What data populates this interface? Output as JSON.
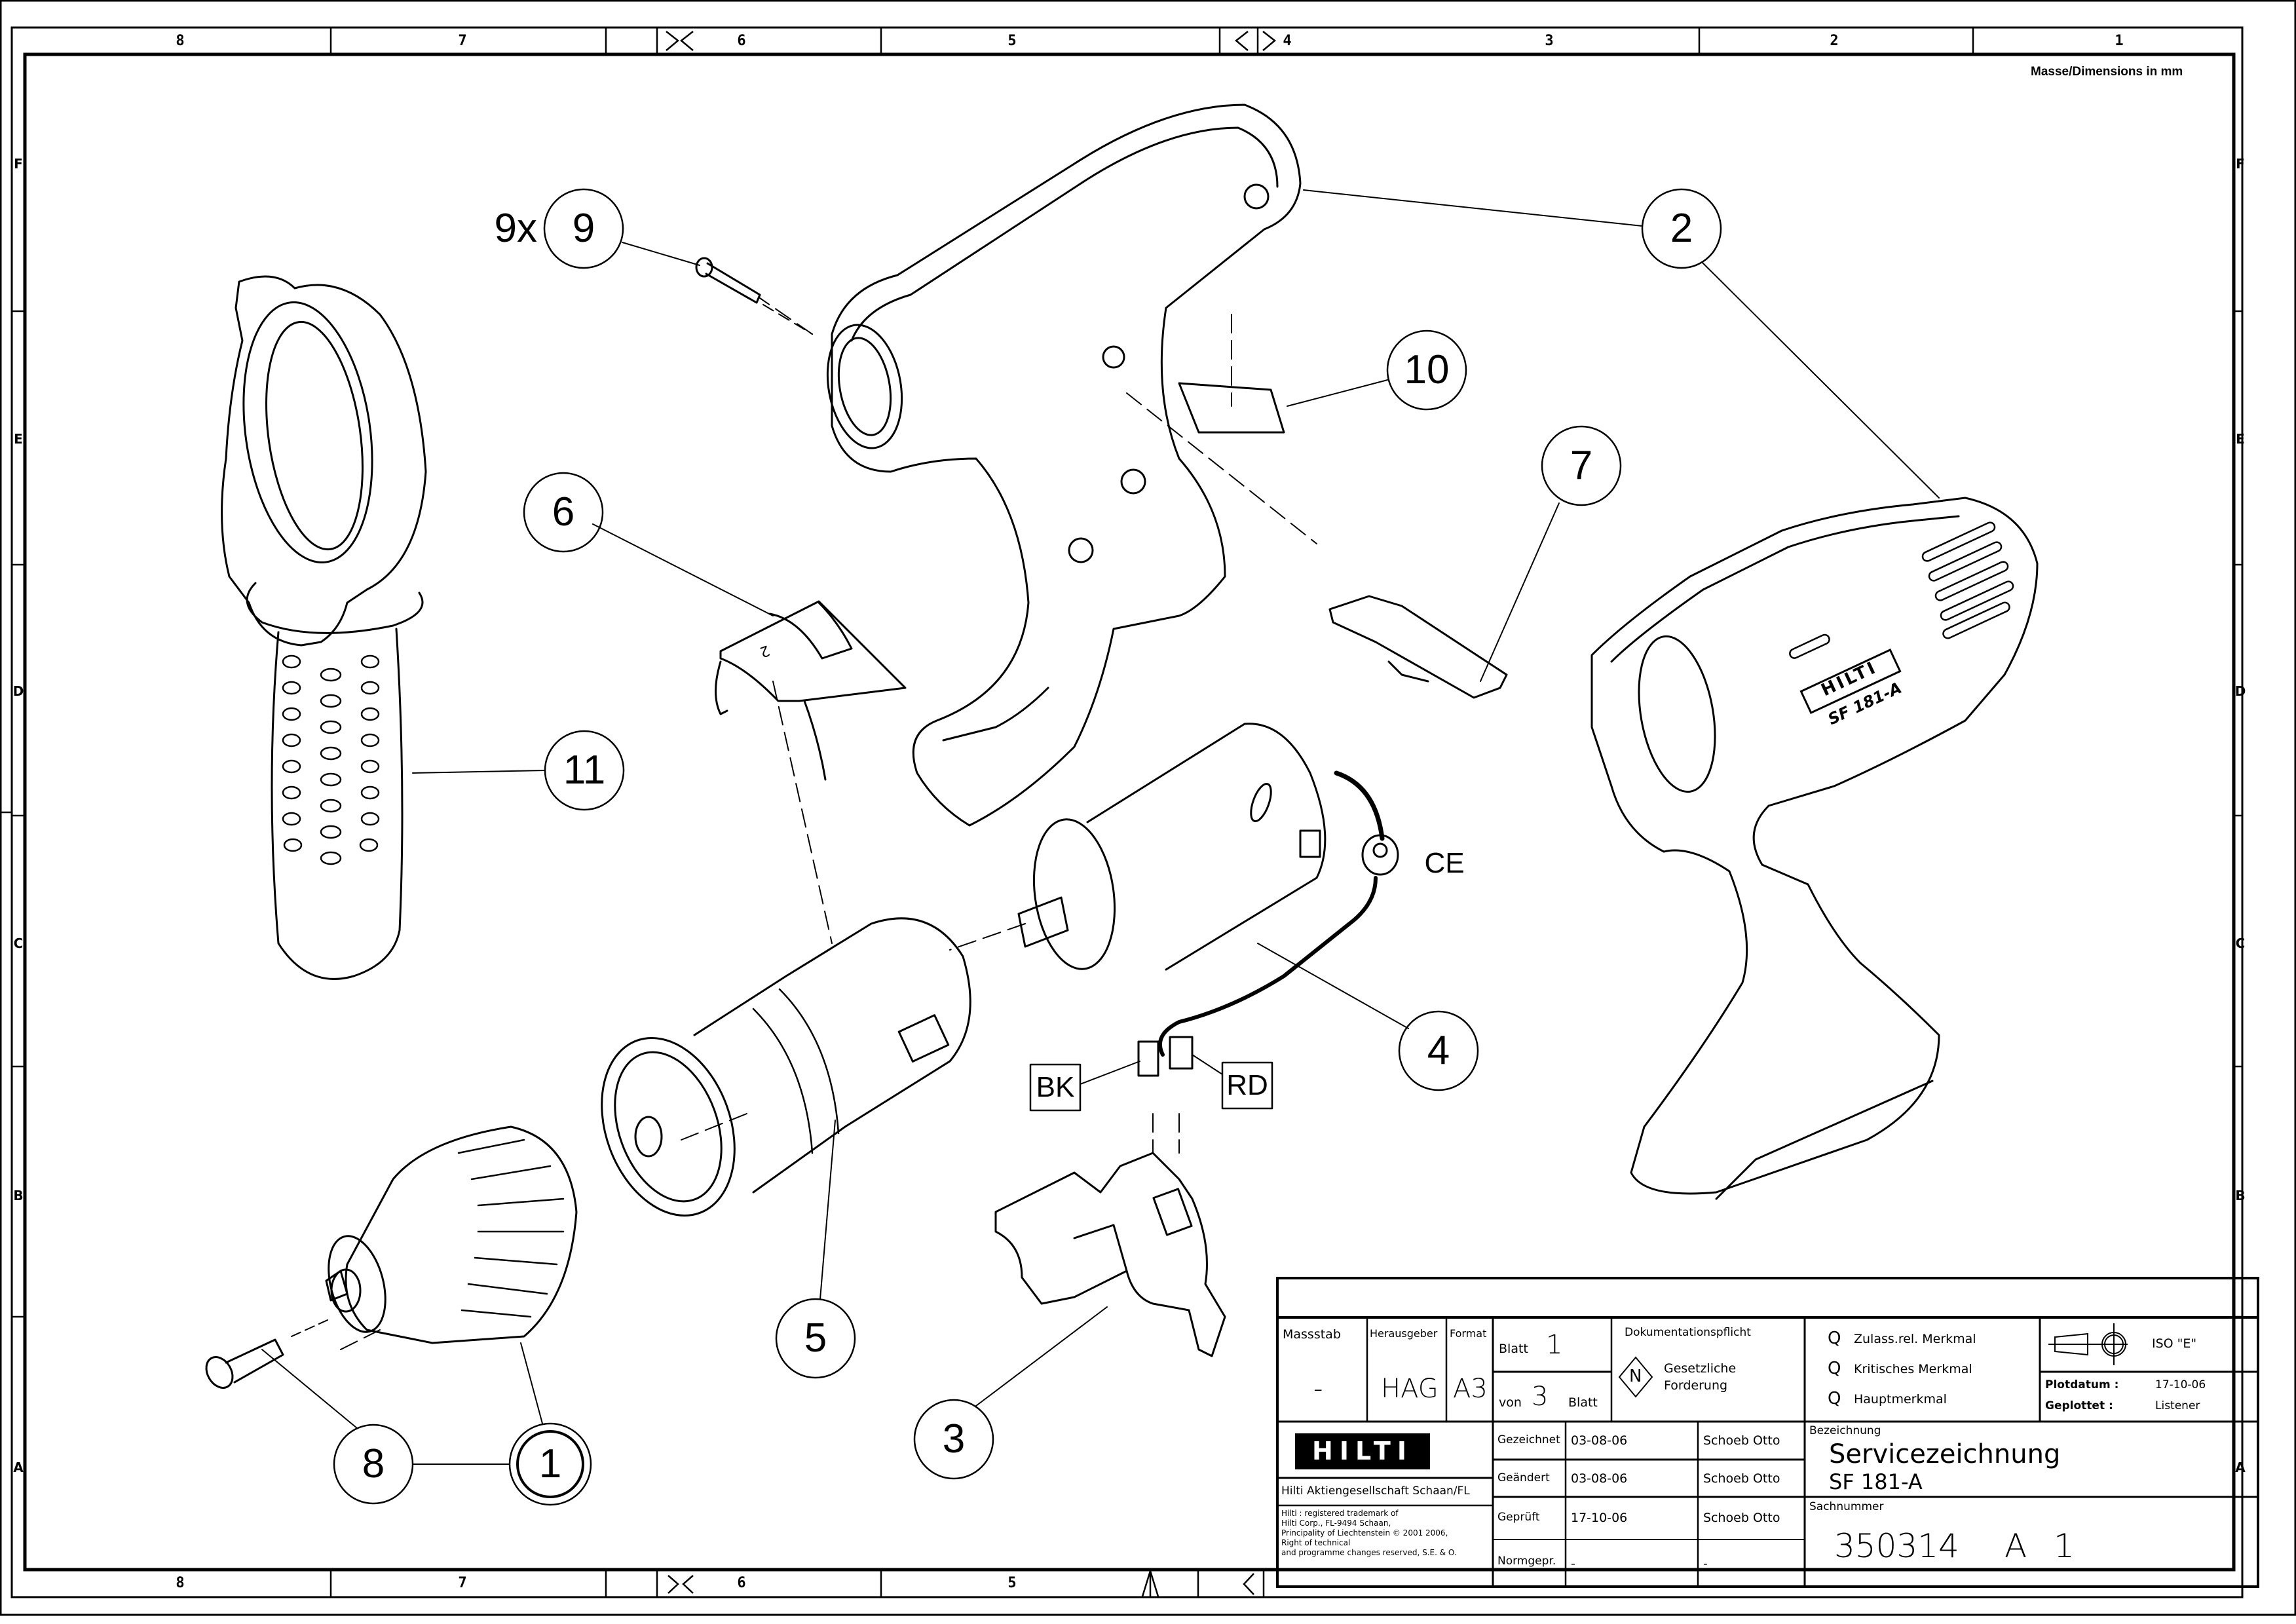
{
  "sheet": {
    "dimension_note": "Masse/Dimensions in mm",
    "ruler_columns_top": [
      "8",
      "7",
      "6",
      "5",
      "4",
      "3",
      "2",
      "1"
    ],
    "ruler_columns_bottom": [
      "8",
      "7",
      "6",
      "5"
    ],
    "ruler_rows": [
      "F",
      "E",
      "D",
      "C",
      "B",
      "A"
    ]
  },
  "callouts": [
    {
      "id": "1",
      "label": "1"
    },
    {
      "id": "2",
      "label": "2"
    },
    {
      "id": "3",
      "label": "3"
    },
    {
      "id": "4",
      "label": "4"
    },
    {
      "id": "5",
      "label": "5"
    },
    {
      "id": "6",
      "label": "6"
    },
    {
      "id": "7",
      "label": "7"
    },
    {
      "id": "8",
      "label": "8"
    },
    {
      "id": "9",
      "label": "9",
      "quantity": "9x"
    },
    {
      "id": "10",
      "label": "10"
    },
    {
      "id": "11",
      "label": "11"
    }
  ],
  "wire_tags": {
    "ce": "CE",
    "bk": "BK",
    "rd": "RD"
  },
  "housing_marking": {
    "brand": "HILTI",
    "model": "SF 181-A"
  },
  "switch_marking": "2",
  "title_block": {
    "massstab": {
      "label": "Massstab",
      "value": "-"
    },
    "herausgeber": {
      "label": "Herausgeber",
      "value": "HAG"
    },
    "format": {
      "label": "Format",
      "value": "A3"
    },
    "blatt": {
      "label": "Blatt",
      "value": "1"
    },
    "von": {
      "prefix": "von",
      "value": "3",
      "suffix": "Blatt"
    },
    "dokumentation": {
      "label": "Dokumentationspflicht",
      "symbol": "N",
      "text_line1": "Gesetzliche",
      "text_line2": "Forderung"
    },
    "merkmale": [
      {
        "symbol": "Q",
        "label": "Zulass.rel. Merkmal"
      },
      {
        "symbol": "Q",
        "label": "Kritisches Merkmal"
      },
      {
        "symbol": "Q",
        "label": "Hauptmerkmal"
      }
    ],
    "projection": "ISO \"E\"",
    "plotdatum": {
      "label": "Plotdatum :",
      "value": "17-10-06"
    },
    "geplottet": {
      "label": "Geplottet :",
      "value": "Listener"
    },
    "logo": "HILTI",
    "company": "Hilti Aktiengesellschaft Schaan/FL",
    "legal": [
      "Hilti : registered trademark of",
      "Hilti Corp., FL-9494 Schaan,",
      "Principality of Liechtenstein © 2001 2006,",
      "Right of technical",
      "and programme changes reserved, S.E. & O."
    ],
    "history": [
      {
        "label": "Gezeichnet",
        "date": "03-08-06",
        "name": "Schoeb Otto"
      },
      {
        "label": "Geändert",
        "date": "03-08-06",
        "name": "Schoeb Otto"
      },
      {
        "label": "Geprüft",
        "date": "17-10-06",
        "name": "Schoeb Otto"
      },
      {
        "label": "Normgepr.",
        "date": "-",
        "name": "-"
      }
    ],
    "bezeichnung": {
      "label": "Bezeichnung",
      "line1": "Servicezeichnung",
      "line2": "SF 181-A"
    },
    "sachnummer": {
      "label": "Sachnummer",
      "number": "350314",
      "revision": "A",
      "index": "1"
    }
  }
}
